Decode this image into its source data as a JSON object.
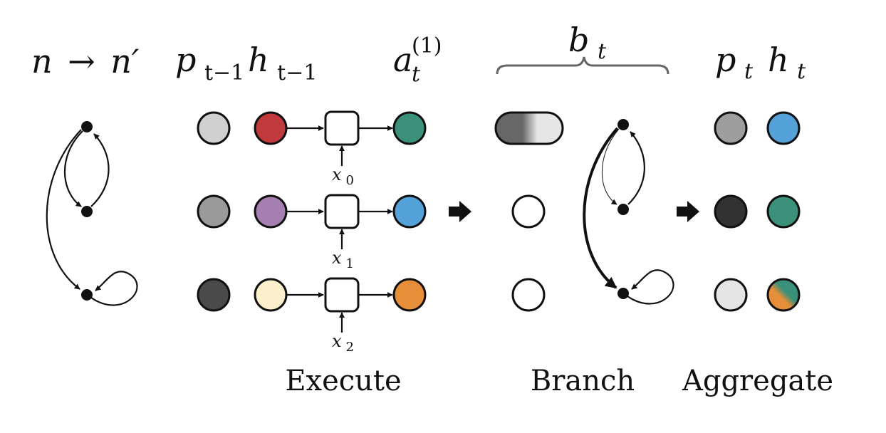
{
  "header_labels": {
    "transition": {
      "base": "n",
      "arrow": "→",
      "prime": "n′"
    },
    "p_prev": {
      "base": "p",
      "sub": "t−1"
    },
    "h_prev": {
      "base": "h",
      "sub": "t−1"
    },
    "a_t": {
      "base": "a",
      "sub": "t",
      "sup": "(1)"
    },
    "b_t": {
      "base": "b",
      "sub": "t"
    },
    "p_t": {
      "base": "p",
      "sub": "t"
    },
    "h_t": {
      "base": "h",
      "sub": "t"
    }
  },
  "inputs": [
    {
      "base": "x",
      "sub": "0"
    },
    {
      "base": "x",
      "sub": "1"
    },
    {
      "base": "x",
      "sub": "2"
    }
  ],
  "stage_labels": {
    "execute": "Execute",
    "branch": "Branch",
    "aggregate": "Aggregate"
  },
  "colors": {
    "p_prev": [
      "#d0d0d0",
      "#9a9a9a",
      "#4a4a4a"
    ],
    "h_prev": [
      "#c0393d",
      "#a57fb1",
      "#fcf0cc"
    ],
    "a_t": [
      "#3a9079",
      "#55a2da",
      "#e68e39"
    ],
    "b_t_pill_dark": "#676767",
    "b_t_pill_light": "#e6e6e6",
    "b_t_empty": "#ffffff",
    "p_t": [
      "#9e9e9e",
      "#323232",
      "#e5e5e5"
    ],
    "h_t": [
      "#55a2da",
      "#3a9079",
      "mix"
    ],
    "h_t_mix": [
      "#e68e39",
      "#3a9079"
    ]
  },
  "icons": {
    "stage_arrows": "right-arrow-icon"
  }
}
